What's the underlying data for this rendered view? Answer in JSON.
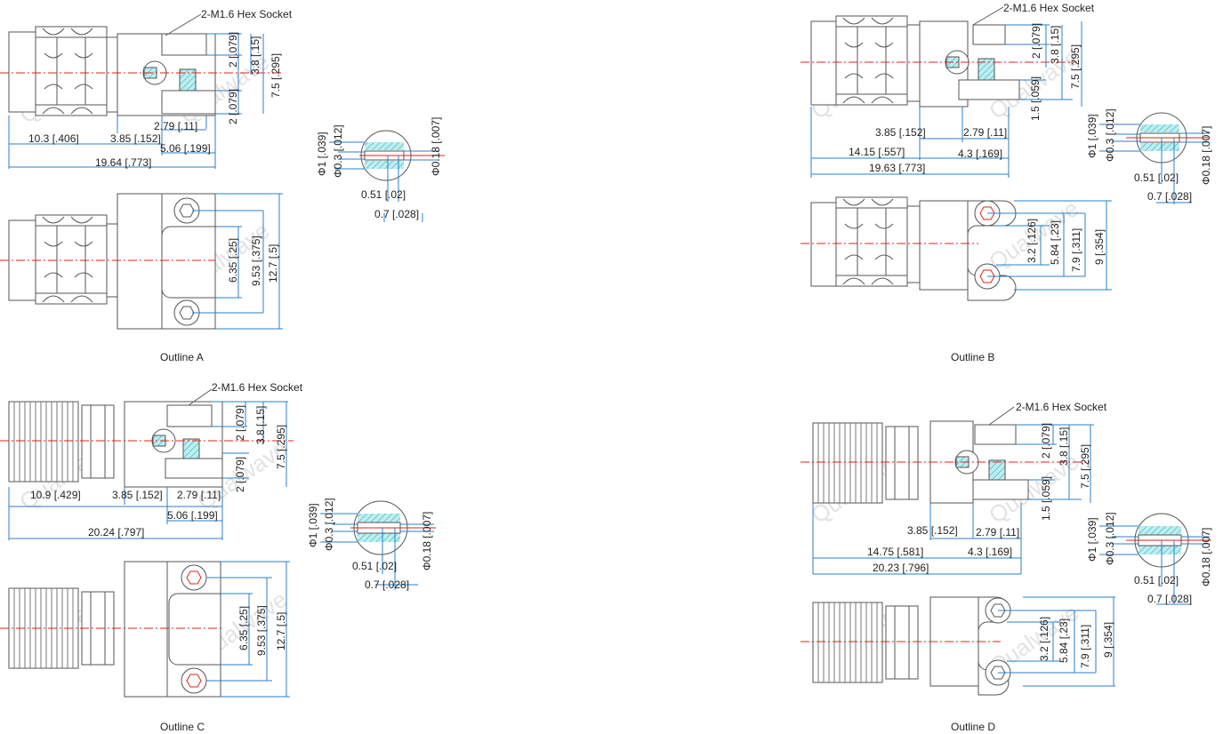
{
  "colors": {
    "dimension": "#2b7fc8",
    "centerline": "#e2231a",
    "hatch": "#7fd8dc",
    "outline": "#555555"
  },
  "watermark": "Qualwave",
  "callout": "2-M1.6 Hex Socket",
  "outlines": {
    "A": {
      "caption": "Outline A",
      "side": {
        "d1": "2 [.079]",
        "d2": "3.8 [.15]",
        "d3": "7.5 [.295]",
        "d4": "2 [.079]",
        "d5": "2.79 [.11]",
        "d6": "10.3 [.406]",
        "d7": "3.85 [.152]",
        "d8": "5.06 [.199]",
        "d9": "19.64 [.773]"
      },
      "top": {
        "d1": "6.35 [.25]",
        "d2": "9.53 [.375]",
        "d3": "12.7 [.5]"
      }
    },
    "B": {
      "caption": "Outline B",
      "side": {
        "d1": "2 [.079]",
        "d2": "3.8 [.15]",
        "d3": "7.5 [.295]",
        "d4": "1.5 [.059]",
        "d5": "3.85 [.152]",
        "d6": "2.79 [.11]",
        "d7": "14.15 [.557]",
        "d8": "4.3 [.169]",
        "d9": "19.63 [.773]"
      },
      "top": {
        "d1": "3.2 [.126]",
        "d2": "5.84 [.23]",
        "d3": "7.9 [.311]",
        "d4": "9 [.354]"
      }
    },
    "C": {
      "caption": "Outline C",
      "side": {
        "d1": "2 [.079]",
        "d2": "3.8 [.15]",
        "d3": "7.5 [.295]",
        "d4": "2 [.079]",
        "d5": "10.9 [.429]",
        "d6": "3.85 [.152]",
        "d7": "2.79 [.11]",
        "d8": "5.06 [.199]",
        "d9": "20.24 [.797]"
      },
      "top": {
        "d1": "6.35 [.25]",
        "d2": "9.53 [.375]",
        "d3": "12.7 [.5]"
      }
    },
    "D": {
      "caption": "Outline D",
      "side": {
        "d1": "2 [.079]",
        "d2": "3.8 [.15]",
        "d3": "7.5 [.295]",
        "d4": "1.5 [.059]",
        "d5": "3.85 [.152]",
        "d6": "2.79 [.11]",
        "d7": "14.75 [.581]",
        "d8": "4.3 [.169]",
        "d9": "20.23 [.796]"
      },
      "top": {
        "d1": "3.2 [.126]",
        "d2": "5.84 [.23]",
        "d3": "7.9 [.311]",
        "d4": "9 [.354]"
      }
    }
  },
  "detail": {
    "d1": "Φ1 [.039]",
    "d2": "Φ0.3 [.012]",
    "d3": "Φ0.18 [.007]",
    "d4": "0.51 [.02]",
    "d5": "0.7 [.028]"
  }
}
